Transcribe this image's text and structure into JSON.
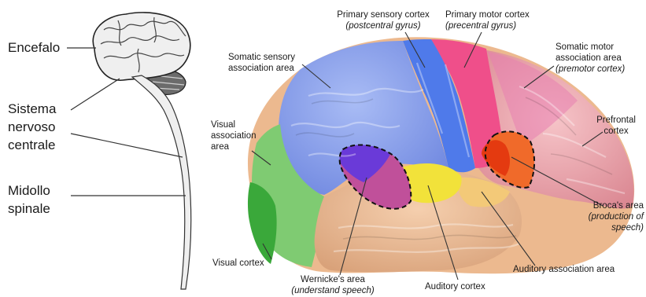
{
  "left_labels": {
    "encefalo": "Encefalo",
    "sistema_1": "Sistema",
    "sistema_2": "nervoso",
    "sistema_3": "centrale",
    "midollo_1": "Midollo",
    "midollo_2": "spinale"
  },
  "regions": {
    "primary_sensory": {
      "name": "Primary sensory cortex",
      "sub": "(postcentral gyrus)"
    },
    "primary_motor": {
      "name": "Primary motor cortex",
      "sub": "(precentral gyrus)"
    },
    "somatic_motor_assoc": {
      "name_1": "Somatic motor",
      "name_2": "association area",
      "sub": "(premotor cortex)"
    },
    "somatic_sensory_assoc": {
      "name_1": "Somatic sensory",
      "name_2": "association area"
    },
    "prefrontal": {
      "name_1": "Prefrontal",
      "name_2": "cortex"
    },
    "visual_assoc": {
      "name_1": "Visual",
      "name_2": "association",
      "name_3": "area"
    },
    "brocas": {
      "name": "Broca's area",
      "sub_1": "(production of",
      "sub_2": "speech)"
    },
    "visual_cortex": {
      "name": "Visual cortex"
    },
    "auditory_assoc": {
      "name": "Auditory association area"
    },
    "wernickes": {
      "name": "Wernicke's area",
      "sub": "(understand speech)"
    },
    "auditory_cortex": {
      "name": "Auditory cortex"
    }
  },
  "colors": {
    "frontal": "#e9a0a8",
    "motor": "#ef4f8a",
    "sensory": "#6d8ff0",
    "sensory_assoc": "#8aa2ee",
    "visual": "#49b449",
    "temporal": "#ecb98f",
    "auditory": "#f2e23a",
    "wernicke": "#c0509a",
    "broca": "#f2541b",
    "cerebellum": "#666666"
  }
}
